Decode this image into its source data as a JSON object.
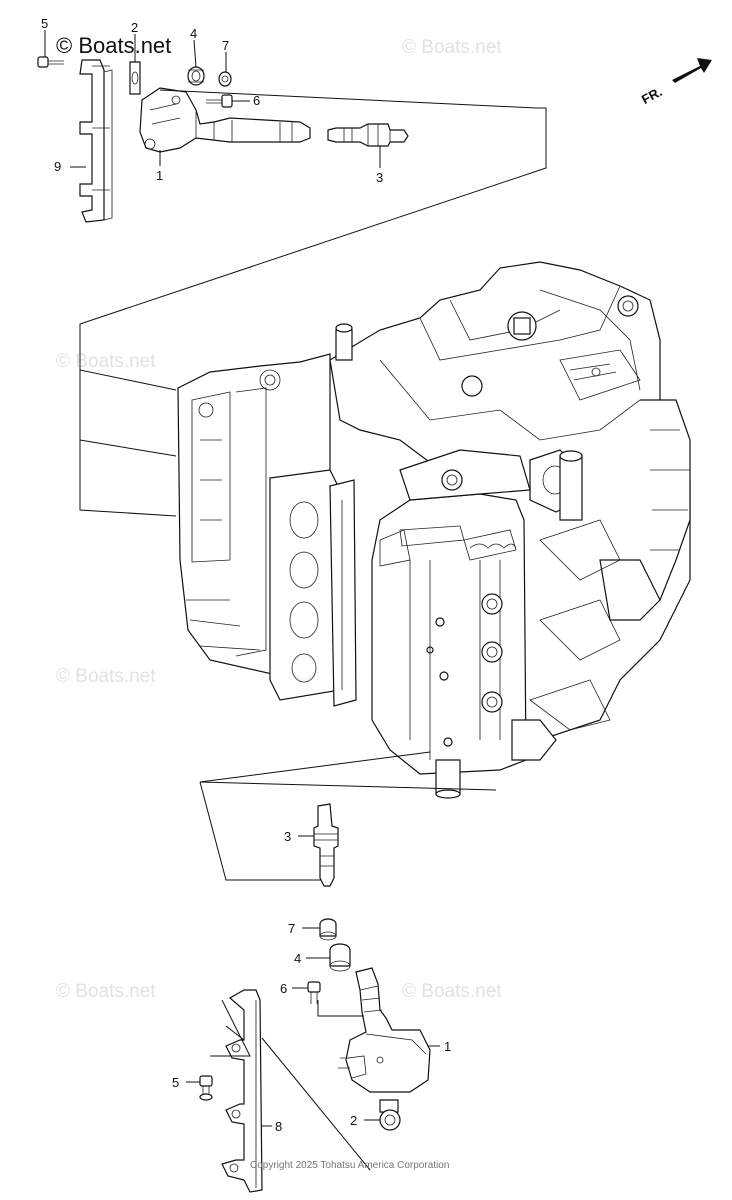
{
  "watermark_main": "© Boats.net",
  "watermark": "© Boats.net",
  "direction_label": "FR.",
  "copyright": "Copyright 2025 Tohatsu America Corporation",
  "callouts_top": [
    "5",
    "2",
    "4",
    "7",
    "6",
    "1",
    "3",
    "9"
  ],
  "callouts_bottom": [
    "3",
    "7",
    "4",
    "6",
    "1",
    "5",
    "2",
    "8"
  ]
}
